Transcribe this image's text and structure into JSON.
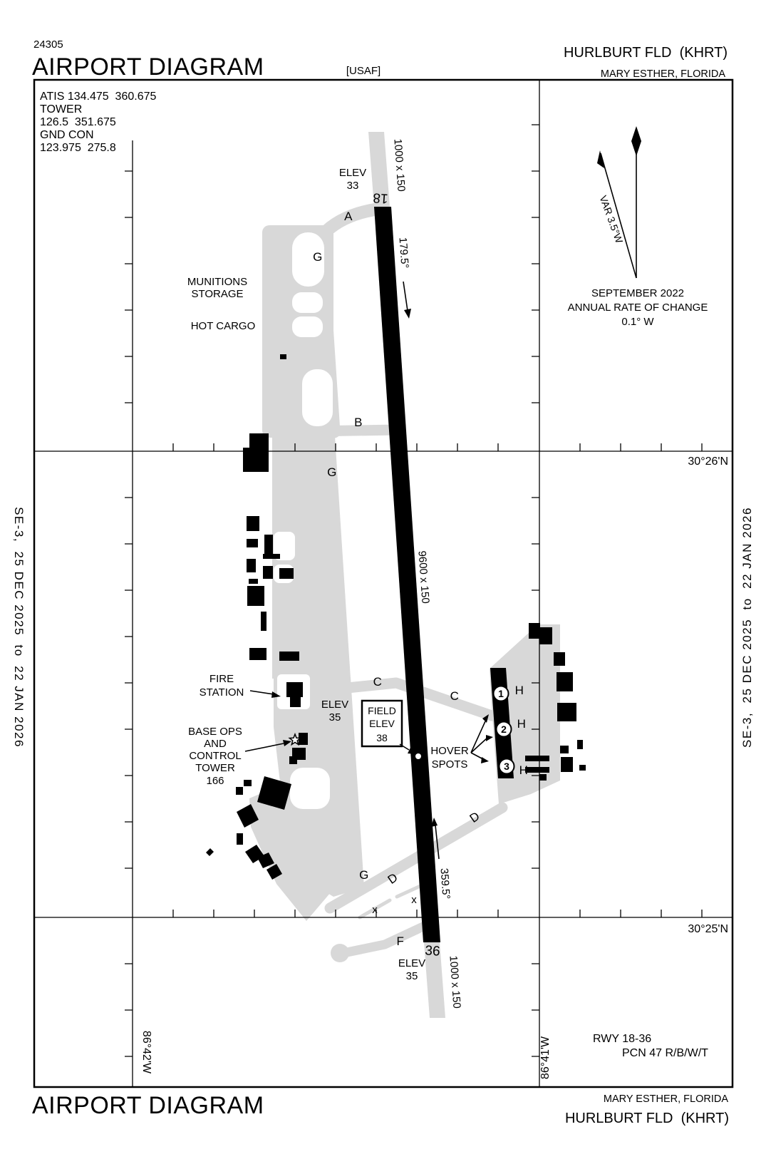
{
  "header": {
    "chart_number": "24305",
    "title": "AIRPORT DIAGRAM",
    "org": "[USAF]",
    "airport": "HURLBURT FLD  (KHRT)",
    "city": "MARY ESTHER, FLORIDA"
  },
  "footer": {
    "title": "AIRPORT DIAGRAM",
    "city": "MARY ESTHER, FLORIDA",
    "airport": "HURLBURT FLD  (KHRT)"
  },
  "edition": {
    "left": "SE-3,  25 DEC 2025  to  22 JAN 2026",
    "right": "SE-3,  25 DEC 2025  to  22 JAN 2026"
  },
  "comms": {
    "atis": "ATIS 134.475  360.675",
    "tower_label": "TOWER",
    "tower_freqs": "126.5  351.675",
    "gnd_label": "GND CON",
    "gnd_freqs": "123.975  275.8"
  },
  "compass": {
    "variation": "VAR 3.5°W",
    "date": "SEPTEMBER 2022",
    "rate_label": "ANNUAL RATE OF CHANGE",
    "rate_value": "0.1° W"
  },
  "grid": {
    "lat_top": "30°26'N",
    "lat_bottom": "30°25'N",
    "lon_left": "86°42'W",
    "lon_right": "86°41'W"
  },
  "runway": {
    "end_18": "18",
    "end_36": "36",
    "heading_18": "179.5°",
    "heading_36": "359.5°",
    "size": "9600 x 150",
    "overrun_top": "1000 x 150",
    "overrun_bottom": "1000 x 150",
    "info_line1": "RWY 18-36",
    "info_line2": "PCN 47 R/B/W/T"
  },
  "elevations": {
    "rw18_label": "ELEV",
    "rw18_value": "33",
    "mid_label": "ELEV",
    "mid_value": "35",
    "rw36_label": "ELEV",
    "rw36_value": "35",
    "field_line1": "FIELD",
    "field_line2": "ELEV",
    "field_line3": "38"
  },
  "facilities": {
    "munitions_line1": "MUNITIONS",
    "munitions_line2": "STORAGE",
    "hot_cargo": "HOT CARGO",
    "fire_line1": "FIRE",
    "fire_line2": "STATION",
    "base_ops_line1": "BASE OPS",
    "base_ops_line2": "AND",
    "base_ops_line3": "CONTROL",
    "base_ops_line4": "TOWER",
    "base_ops_line5": "166",
    "hover_line1": "HOVER",
    "hover_line2": "SPOTS"
  },
  "taxiways": {
    "a": "A",
    "b": "B",
    "c": "C",
    "d": "D",
    "f": "F",
    "g": "G",
    "h": "H",
    "closed_mark": "x"
  },
  "hover_spots": {
    "spot1": "1",
    "spot2": "2",
    "spot3": "3"
  },
  "colors": {
    "pavement": "#d8d8d8",
    "ink": "#000000",
    "paper": "#ffffff"
  }
}
